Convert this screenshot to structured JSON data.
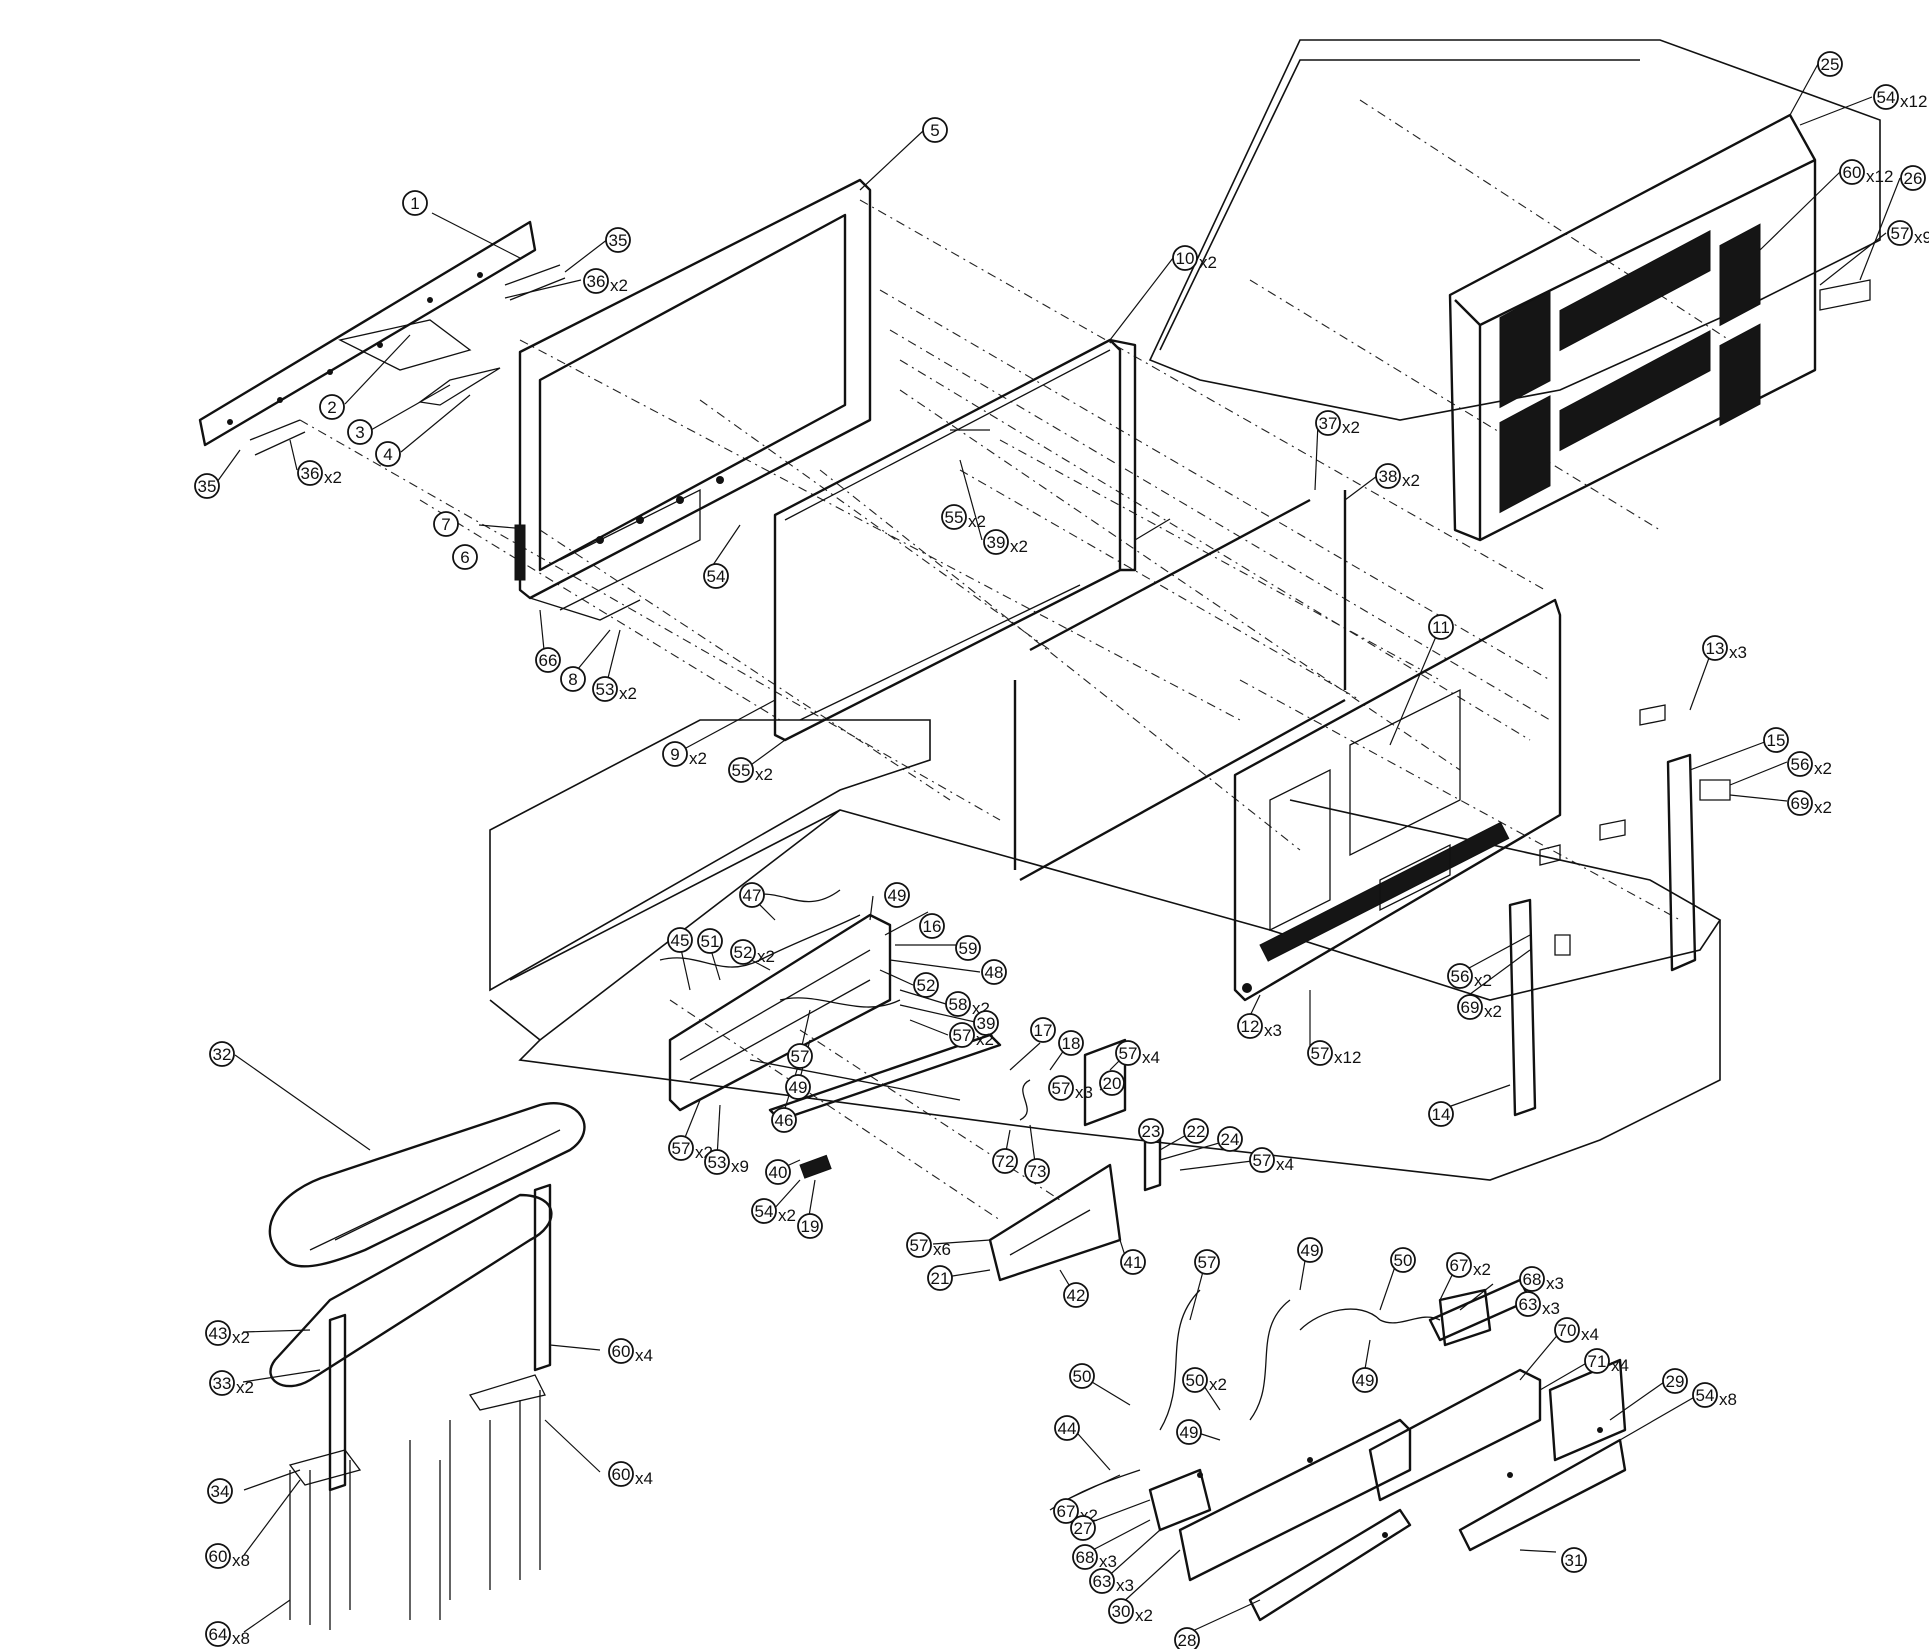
{
  "callouts": [
    {
      "num": "1",
      "qty": ""
    },
    {
      "num": "35",
      "qty": ""
    },
    {
      "num": "36",
      "qty": "x2"
    },
    {
      "num": "2",
      "qty": ""
    },
    {
      "num": "3",
      "qty": ""
    },
    {
      "num": "4",
      "qty": ""
    },
    {
      "num": "35",
      "qty": ""
    },
    {
      "num": "36",
      "qty": "x2"
    },
    {
      "num": "5",
      "qty": ""
    },
    {
      "num": "7",
      "qty": ""
    },
    {
      "num": "6",
      "qty": ""
    },
    {
      "num": "54",
      "qty": ""
    },
    {
      "num": "66",
      "qty": ""
    },
    {
      "num": "8",
      "qty": ""
    },
    {
      "num": "53",
      "qty": "x2"
    },
    {
      "num": "10",
      "qty": "x2"
    },
    {
      "num": "39",
      "qty": "x2"
    },
    {
      "num": "9",
      "qty": "x2"
    },
    {
      "num": "55",
      "qty": "x2"
    },
    {
      "num": "55",
      "qty": "x2"
    },
    {
      "num": "37",
      "qty": "x2"
    },
    {
      "num": "38",
      "qty": "x2"
    },
    {
      "num": "25",
      "qty": ""
    },
    {
      "num": "54",
      "qty": "x12"
    },
    {
      "num": "60",
      "qty": "x12"
    },
    {
      "num": "57",
      "qty": "x9"
    },
    {
      "num": "26",
      "qty": ""
    },
    {
      "num": "11",
      "qty": ""
    },
    {
      "num": "13",
      "qty": "x3"
    },
    {
      "num": "15",
      "qty": ""
    },
    {
      "num": "56",
      "qty": "x2"
    },
    {
      "num": "69",
      "qty": "x2"
    },
    {
      "num": "12",
      "qty": "x3"
    },
    {
      "num": "57",
      "qty": "x12"
    },
    {
      "num": "56",
      "qty": "x2"
    },
    {
      "num": "69",
      "qty": "x2"
    },
    {
      "num": "14",
      "qty": ""
    },
    {
      "num": "47",
      "qty": ""
    },
    {
      "num": "49",
      "qty": ""
    },
    {
      "num": "16",
      "qty": ""
    },
    {
      "num": "45",
      "qty": ""
    },
    {
      "num": "51",
      "qty": ""
    },
    {
      "num": "52",
      "qty": "x2"
    },
    {
      "num": "59",
      "qty": ""
    },
    {
      "num": "48",
      "qty": ""
    },
    {
      "num": "52",
      "qty": ""
    },
    {
      "num": "58",
      "qty": "x2"
    },
    {
      "num": "39",
      "qty": ""
    },
    {
      "num": "57",
      "qty": "x2"
    },
    {
      "num": "57",
      "qty": ""
    },
    {
      "num": "49",
      "qty": ""
    },
    {
      "num": "46",
      "qty": ""
    },
    {
      "num": "17",
      "qty": ""
    },
    {
      "num": "18",
      "qty": ""
    },
    {
      "num": "57",
      "qty": "x3"
    },
    {
      "num": "57",
      "qty": "x4"
    },
    {
      "num": "20",
      "qty": ""
    },
    {
      "num": "57",
      "qty": "x2"
    },
    {
      "num": "53",
      "qty": "x9"
    },
    {
      "num": "40",
      "qty": ""
    },
    {
      "num": "54",
      "qty": "x2"
    },
    {
      "num": "19",
      "qty": ""
    },
    {
      "num": "72",
      "qty": ""
    },
    {
      "num": "73",
      "qty": ""
    },
    {
      "num": "23",
      "qty": ""
    },
    {
      "num": "22",
      "qty": ""
    },
    {
      "num": "24",
      "qty": ""
    },
    {
      "num": "57",
      "qty": "x4"
    },
    {
      "num": "57",
      "qty": "x6"
    },
    {
      "num": "21",
      "qty": ""
    },
    {
      "num": "42",
      "qty": ""
    },
    {
      "num": "41",
      "qty": ""
    },
    {
      "num": "32",
      "qty": ""
    },
    {
      "num": "43",
      "qty": "x2"
    },
    {
      "num": "33",
      "qty": "x2"
    },
    {
      "num": "60",
      "qty": "x4"
    },
    {
      "num": "34",
      "qty": ""
    },
    {
      "num": "60",
      "qty": "x4"
    },
    {
      "num": "60",
      "qty": "x8"
    },
    {
      "num": "64",
      "qty": "x8"
    },
    {
      "num": "57",
      "qty": ""
    },
    {
      "num": "49",
      "qty": ""
    },
    {
      "num": "50",
      "qty": ""
    },
    {
      "num": "67",
      "qty": "x2"
    },
    {
      "num": "68",
      "qty": "x3"
    },
    {
      "num": "63",
      "qty": "x3"
    },
    {
      "num": "49",
      "qty": ""
    },
    {
      "num": "70",
      "qty": "x4"
    },
    {
      "num": "71",
      "qty": "x4"
    },
    {
      "num": "50",
      "qty": ""
    },
    {
      "num": "50",
      "qty": "x2"
    },
    {
      "num": "49",
      "qty": ""
    },
    {
      "num": "44",
      "qty": ""
    },
    {
      "num": "29",
      "qty": ""
    },
    {
      "num": "54",
      "qty": "x8"
    },
    {
      "num": "67",
      "qty": "x2"
    },
    {
      "num": "27",
      "qty": ""
    },
    {
      "num": "68",
      "qty": "x3"
    },
    {
      "num": "63",
      "qty": "x3"
    },
    {
      "num": "30",
      "qty": "x2"
    },
    {
      "num": "28",
      "qty": ""
    },
    {
      "num": "31",
      "qty": ""
    }
  ]
}
